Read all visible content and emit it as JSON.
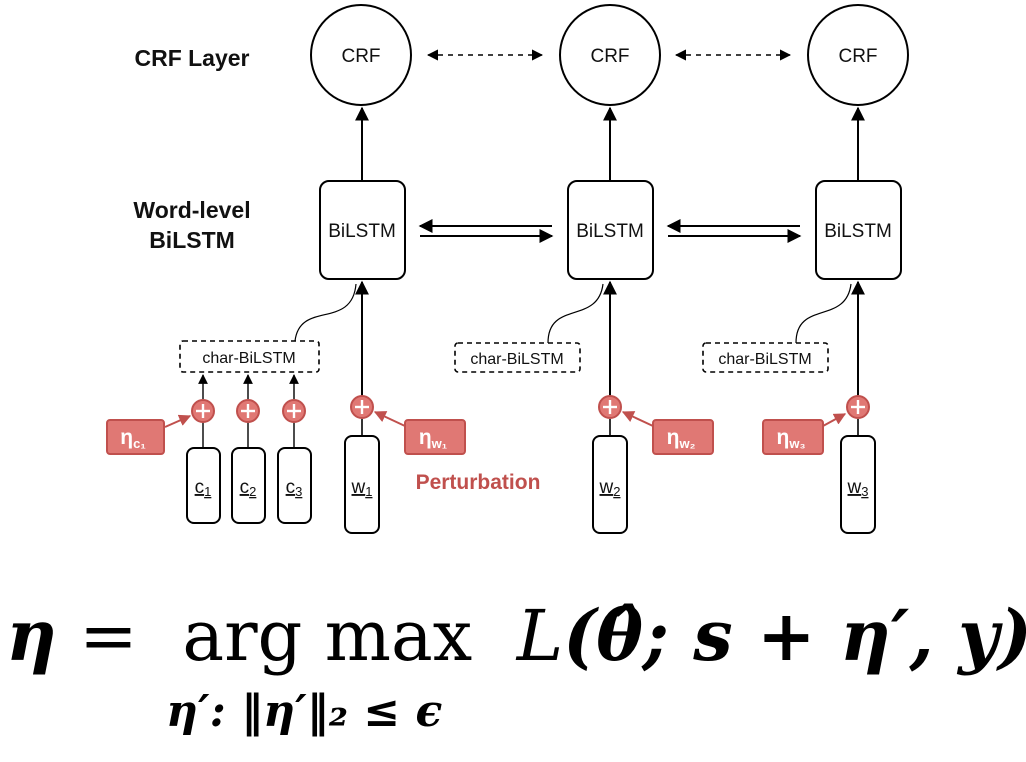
{
  "labels": {
    "crf_layer": "CRF Layer",
    "word_level_line1": "Word-level",
    "word_level_line2": "BiLSTM",
    "perturbation": "Perturbation"
  },
  "nodes": {
    "crf": "CRF",
    "bilstm": "BiLSTM",
    "char_bilstm": "char-BiLSTM"
  },
  "inputs": {
    "chars": [
      {
        "base": "c",
        "sub": "1"
      },
      {
        "base": "c",
        "sub": "2"
      },
      {
        "base": "c",
        "sub": "3"
      }
    ],
    "words": [
      {
        "base": "w",
        "sub": "1"
      },
      {
        "base": "w",
        "sub": "2"
      },
      {
        "base": "w",
        "sub": "3"
      }
    ]
  },
  "perturbation_tags": [
    {
      "base": "η",
      "sub": "c₁"
    },
    {
      "base": "η",
      "sub": "w₁"
    },
    {
      "base": "η",
      "sub": "w₂"
    },
    {
      "base": "η",
      "sub": "w₃"
    }
  ],
  "formula": {
    "main_lhs": "η",
    "main_eq": "=",
    "main_op": "arg max",
    "main_L": "L",
    "main_args": "(θ̂; s + η′, y)",
    "constraint": "η′: ‖η′‖₂ ≤ ϵ"
  },
  "colors": {
    "accent": "#c0504d",
    "accent_fill": "#e07874",
    "stroke": "#000000"
  }
}
